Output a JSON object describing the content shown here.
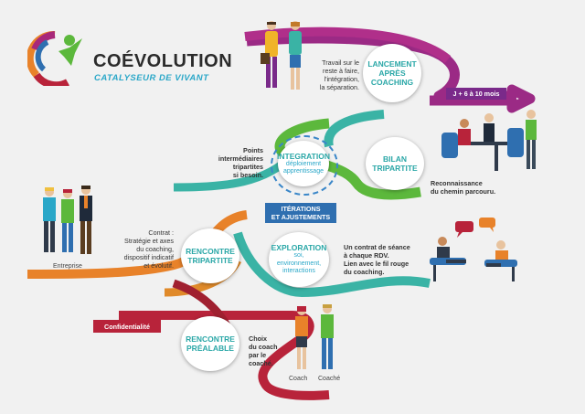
{
  "brand": {
    "title": "COÉVOLUTION",
    "tagline": "CATALYSEUR DE VIVANT"
  },
  "colors": {
    "magenta": "#a8287a",
    "purple": "#7a2a8a",
    "teal": "#3ab3a5",
    "green": "#5cb83c",
    "orange": "#e8822a",
    "red": "#b8233a",
    "blue": "#2f6fb0",
    "cyan": "#2aa7c8"
  },
  "steps": {
    "lancement": {
      "l1": "LANCEMENT",
      "l2": "APRÈS",
      "l3": "COACHING"
    },
    "bilan": {
      "l1": "BILAN",
      "l2": "TRIPARTITE"
    },
    "integration": {
      "title": "INTEGRATION",
      "sub1": "déploiement",
      "sub2": "apprentissage"
    },
    "exploration": {
      "title": "EXPLORATION",
      "sub1": "soi,",
      "sub2": "environnement,",
      "sub3": "interactions"
    },
    "rencontre_tri": {
      "l1": "RENCONTRE",
      "l2": "TRIPARTITE"
    },
    "rencontre_pre": {
      "l1": "RENCONTRE",
      "l2": "PRÉALABLE"
    }
  },
  "tags": {
    "duration": "J + 6 à 10 mois",
    "iterations_l1": "ITÉRATIONS",
    "iterations_l2": "ET AJUSTEMENTS",
    "confidentialite": "Confidentialité"
  },
  "notes": {
    "travail": [
      "Travail sur le",
      "reste à faire,",
      "l'intégration,",
      "la séparation."
    ],
    "reconnaissance": [
      "Reconnaissance",
      "du chemin parcouru."
    ],
    "points": [
      "Points",
      "intermédiaires",
      "tripartites",
      "si besoin."
    ],
    "contrat_head": "Contrat :",
    "contrat": [
      "Stratégie et axes",
      "du coaching,"
    ],
    "contrat_bold": [
      "dispositif indicatif",
      "et évolutif."
    ],
    "seance": [
      "Un contrat de séance",
      "à chaque RDV.",
      "Lien avec le fil rouge",
      "du coaching."
    ],
    "choix": [
      "Choix",
      "du coach",
      "par le",
      "coaché."
    ]
  },
  "labels": {
    "entreprise": "Entreprise",
    "coach": "Coach",
    "coache": "Coaché"
  }
}
